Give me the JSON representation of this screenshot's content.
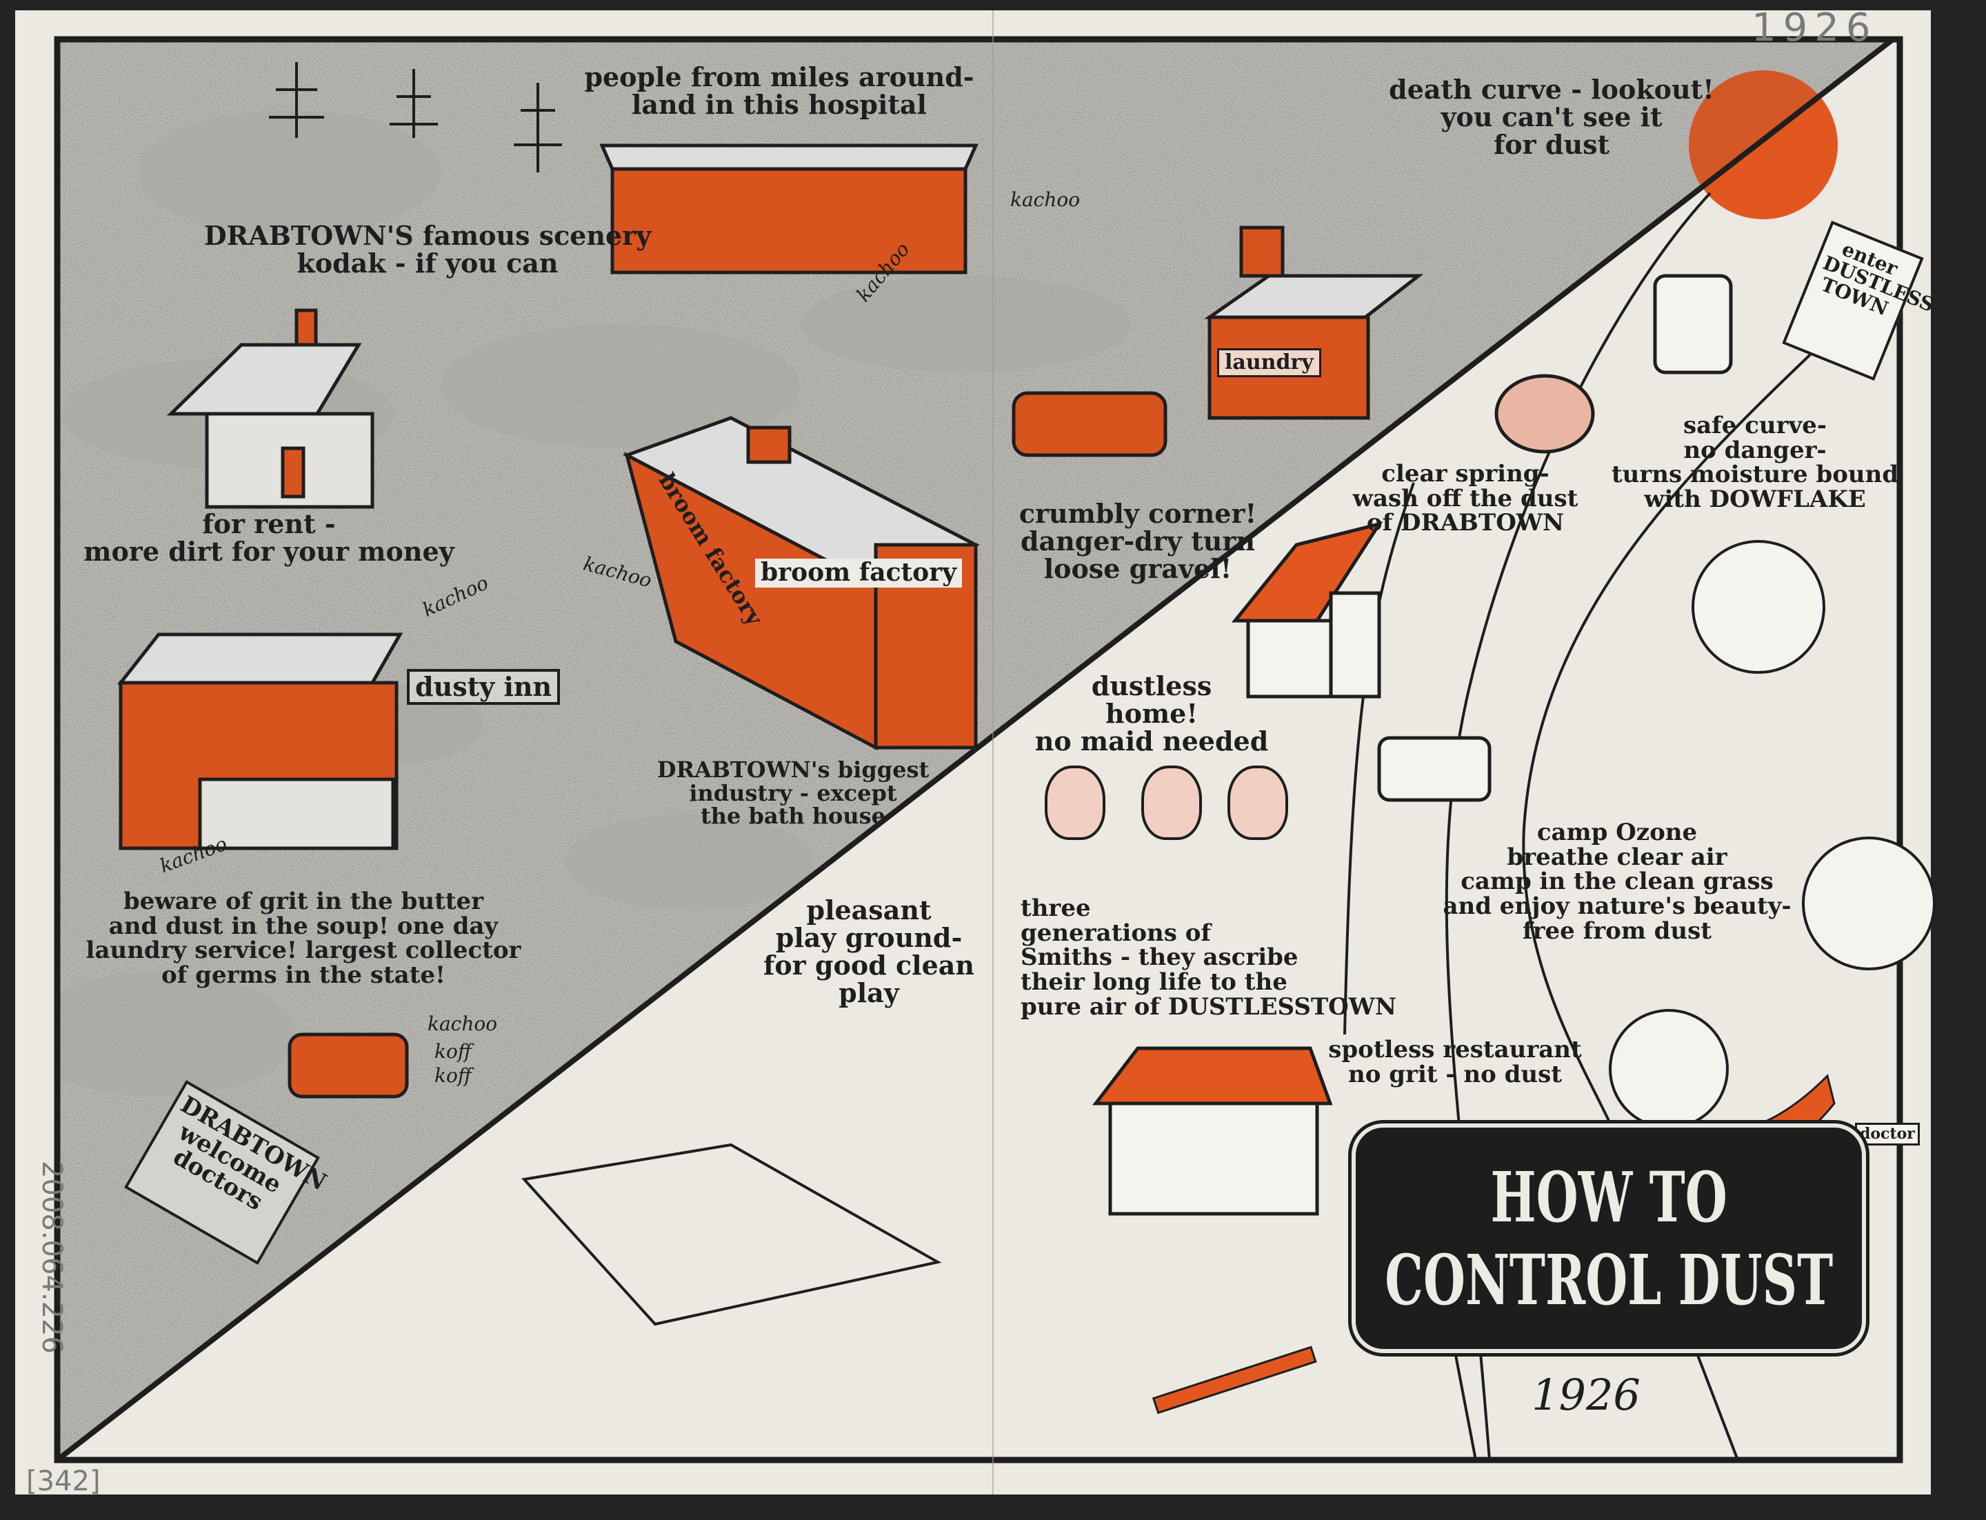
{
  "colors": {
    "orange": "#e2571f",
    "ink": "#1e1e1e",
    "paper": "#ebe9e2",
    "dust": "#b9b7b1"
  },
  "archive": {
    "pencil_year": "1926",
    "accession": "2008.064.226",
    "box_number": "[342]"
  },
  "title": {
    "line1": "HOW TO",
    "line2": "CONTROL DUST",
    "handwritten_year": "1926"
  },
  "drabtown": {
    "hospital": "people from miles around-\nland in this hospital",
    "scenery": "DRABTOWN'S famous scenery\nkodak - if you can",
    "death_curve": "death curve - lookout!\nyou can't see it\nfor dust",
    "for_rent": "for rent -\nmore dirt for your money",
    "dusty_inn_sign": "dusty inn",
    "broom_factory_sign": "broom factory",
    "broom_factory_side": "broom factory",
    "laundry_sign": "laundry",
    "crumbly_corner": "crumbly corner!\ndanger-dry turn\nloose gravel!",
    "industry": "DRABTOWN's biggest\nindustry - except\nthe bath house",
    "beware": "beware of grit in the butter\nand dust in the soup! one day\nlaundry service! largest collector\nof germs in the state!",
    "welcome_sign": "DRABTOWN\nwelcome\ndoctors",
    "sneezes": [
      "kachoo",
      "kachoo",
      "kachoo",
      "kachoo",
      "kachoo",
      "kachoo",
      "koff",
      "koff"
    ]
  },
  "dustlesstown": {
    "enter_sign": "enter\nDUSTLESS\nTOWN",
    "clear_spring": "clear spring-\nwash off the dust\nof DRABTOWN",
    "safe_curve": "safe curve-\nno danger-\nturns moisture bound\nwith DOWFLAKE",
    "dustless_home": "dustless\nhome!\nno maid needed",
    "smiths": "three\ngenerations of\nSmiths - they ascribe\ntheir long life to the\npure air of DUSTLESSTOWN",
    "playground": "pleasant\nplay ground-\nfor good clean\nplay",
    "camp": "camp Ozone\nbreathe clear air\ncamp in the clean grass\nand enjoy nature's beauty-\nfree from dust",
    "restaurant": "spotless restaurant\nno grit - no dust",
    "doctor_sign": "doctor"
  }
}
